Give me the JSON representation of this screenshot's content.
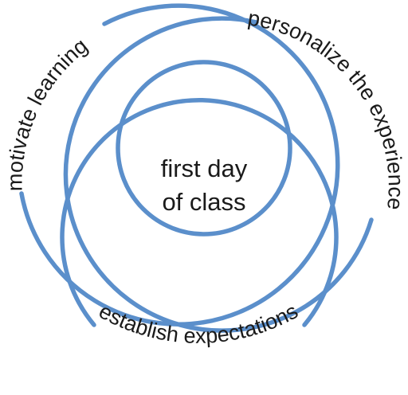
{
  "diagram": {
    "accent_color": "#5b8fcb",
    "text_color": "#1a1a1a",
    "center": {
      "line1": "first day",
      "line2": "of class"
    },
    "labels": {
      "top_left": "motivate learning",
      "top_right": "personalize the experience",
      "bottom": "establish expectations"
    }
  }
}
